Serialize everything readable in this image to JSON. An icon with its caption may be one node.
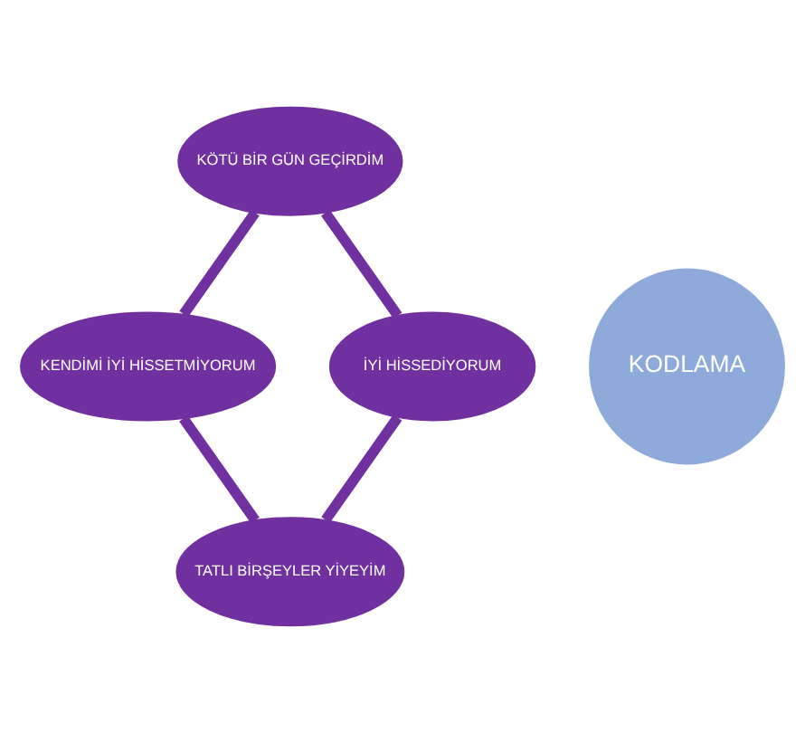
{
  "diagram": {
    "nodes": [
      {
        "text": [
          "KÖTÜ BİR GÜN GEÇİRDİM"
        ]
      },
      {
        "text": [
          "İYİ HİSSEDİYORUM"
        ]
      },
      {
        "text": [
          "KODLAMA"
        ]
      },
      {
        "text": [
          "KENDİMİ İYİ HİSSETMİYORUM"
        ]
      },
      {
        "text": [
          "TATLI BİRŞEYLER YİYEYİM"
        ]
      }
    ],
    "edges": [
      {
        "from": 0,
        "to": 3,
        "arrow": "none"
      },
      {
        "from": 3,
        "to": 4,
        "arrow": "none"
      },
      {
        "from": 4,
        "to": 1,
        "arrow": "none"
      },
      {
        "from": 1,
        "to": 0,
        "arrow": "none"
      }
    ]
  }
}
